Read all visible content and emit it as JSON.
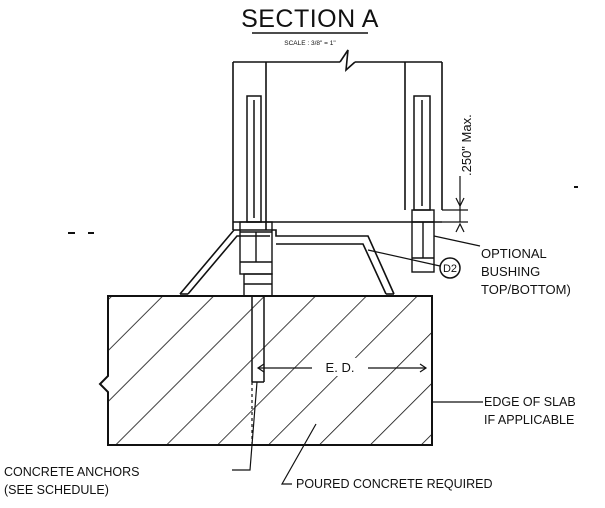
{
  "title": "SECTION A",
  "scale": "SCALE : 3/8\" = 1\"",
  "labels": {
    "max": ".250\" Max.",
    "optional_l1": "OPTIONAL",
    "optional_l2": "BUSHING",
    "optional_l3": "TOP/BOTTOM)",
    "detail_tag": "D2",
    "ed": "E. D.",
    "edge_l1": "EDGE OF SLAB",
    "edge_l2": "IF APPLICABLE",
    "anchors_l1": "CONCRETE ANCHORS",
    "anchors_l2": "(SEE SCHEDULE)",
    "poured": "POURED CONCRETE REQUIRED"
  }
}
